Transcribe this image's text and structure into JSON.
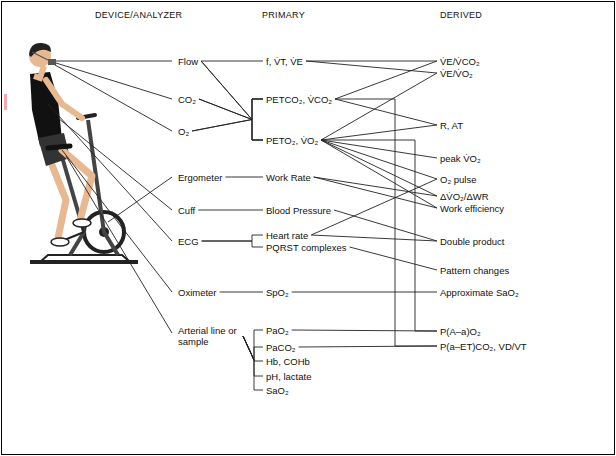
{
  "diagram": {
    "nodes": [
      {
        "text": [
          "Flow"
        ]
      },
      {
        "text": [
          "CO₂"
        ]
      },
      {
        "text": [
          "O₂"
        ]
      },
      {
        "text": [
          "Ergometer"
        ]
      },
      {
        "text": [
          "Cuff"
        ]
      },
      {
        "text": [
          "ECG"
        ]
      },
      {
        "text": [
          "Oximeter"
        ]
      },
      {
        "text": [
          "Arterial line or sample"
        ]
      },
      {
        "text": [
          "f, V̇T, V̇E"
        ]
      },
      {
        "text": [
          "PETCO₂, V̇CO₂"
        ]
      },
      {
        "text": [
          "PETO₂, V̇O₂"
        ]
      },
      {
        "text": [
          "Work Rate"
        ]
      },
      {
        "text": [
          "Blood Pressure"
        ]
      },
      {
        "text": [
          "Heart rate"
        ]
      },
      {
        "text": [
          "PQRST complexes"
        ]
      },
      {
        "text": [
          "SpO₂"
        ]
      },
      {
        "text": [
          "PaO₂"
        ]
      },
      {
        "text": [
          "PaCO₂"
        ]
      },
      {
        "text": [
          "Hb, COHb"
        ]
      },
      {
        "text": [
          "pH, lactate"
        ]
      },
      {
        "text": [
          "SaO₂"
        ]
      },
      {
        "text": [
          "V̇E/V̇CO₂"
        ]
      },
      {
        "text": [
          "V̇E/V̇O₂"
        ]
      },
      {
        "text": [
          "R, AT"
        ]
      },
      {
        "text": [
          "peak V̇O₂"
        ]
      },
      {
        "text": [
          "O₂ pulse"
        ]
      },
      {
        "text": [
          "ΔV̇O₂/ΔWR"
        ]
      },
      {
        "text": [
          "Work efficiency"
        ]
      },
      {
        "text": [
          "Double product"
        ]
      },
      {
        "text": [
          "Pattern changes"
        ]
      },
      {
        "text": [
          "Approximate SaO₂"
        ]
      },
      {
        "text": [
          "P(A–a)O₂"
        ]
      },
      {
        "text": [
          "P(a–ET)CO₂, VD/VT"
        ]
      }
    ],
    "edges": [
      {
        "from": 0,
        "to": 8,
        "arrow": "none"
      },
      {
        "from": 0,
        "to": 9,
        "arrow": "none"
      },
      {
        "from": 0,
        "to": 10,
        "arrow": "none"
      },
      {
        "from": 1,
        "to": 9,
        "arrow": "none"
      },
      {
        "from": 1,
        "to": 10,
        "arrow": "none"
      },
      {
        "from": 2,
        "to": 9,
        "arrow": "none"
      },
      {
        "from": 2,
        "to": 10,
        "arrow": "none"
      },
      {
        "from": 3,
        "to": 11,
        "arrow": "none"
      },
      {
        "from": 4,
        "to": 12,
        "arrow": "none"
      },
      {
        "from": 5,
        "to": 13,
        "arrow": "none"
      },
      {
        "from": 5,
        "to": 14,
        "arrow": "none"
      },
      {
        "from": 6,
        "to": 15,
        "arrow": "none"
      },
      {
        "from": 7,
        "to": 16,
        "arrow": "none"
      },
      {
        "from": 7,
        "to": 17,
        "arrow": "none"
      },
      {
        "from": 7,
        "to": 18,
        "arrow": "none"
      },
      {
        "from": 7,
        "to": 19,
        "arrow": "none"
      },
      {
        "from": 7,
        "to": 20,
        "arrow": "none"
      },
      {
        "from": 8,
        "to": 21,
        "arrow": "none"
      },
      {
        "from": 8,
        "to": 22,
        "arrow": "none"
      },
      {
        "from": 9,
        "to": 21,
        "arrow": "none"
      },
      {
        "from": 9,
        "to": 23,
        "arrow": "none"
      },
      {
        "from": 9,
        "to": 32,
        "arrow": "none"
      },
      {
        "from": 10,
        "to": 22,
        "arrow": "none"
      },
      {
        "from": 10,
        "to": 23,
        "arrow": "none"
      },
      {
        "from": 10,
        "to": 24,
        "arrow": "none"
      },
      {
        "from": 10,
        "to": 25,
        "arrow": "none"
      },
      {
        "from": 10,
        "to": 26,
        "arrow": "none"
      },
      {
        "from": 10,
        "to": 27,
        "arrow": "none"
      },
      {
        "from": 10,
        "to": 31,
        "arrow": "none"
      },
      {
        "from": 11,
        "to": 26,
        "arrow": "none"
      },
      {
        "from": 11,
        "to": 27,
        "arrow": "none"
      },
      {
        "from": 12,
        "to": 28,
        "arrow": "none"
      },
      {
        "from": 13,
        "to": 25,
        "arrow": "none"
      },
      {
        "from": 13,
        "to": 28,
        "arrow": "none"
      },
      {
        "from": 14,
        "to": 29,
        "arrow": "none"
      },
      {
        "from": 15,
        "to": 30,
        "arrow": "none"
      },
      {
        "from": 16,
        "to": 31,
        "arrow": "none"
      },
      {
        "from": 17,
        "to": 32,
        "arrow": "none"
      }
    ],
    "labels": [
      "DEVICE/ANALYZER",
      "PRIMARY",
      "DERIVED"
    ]
  }
}
